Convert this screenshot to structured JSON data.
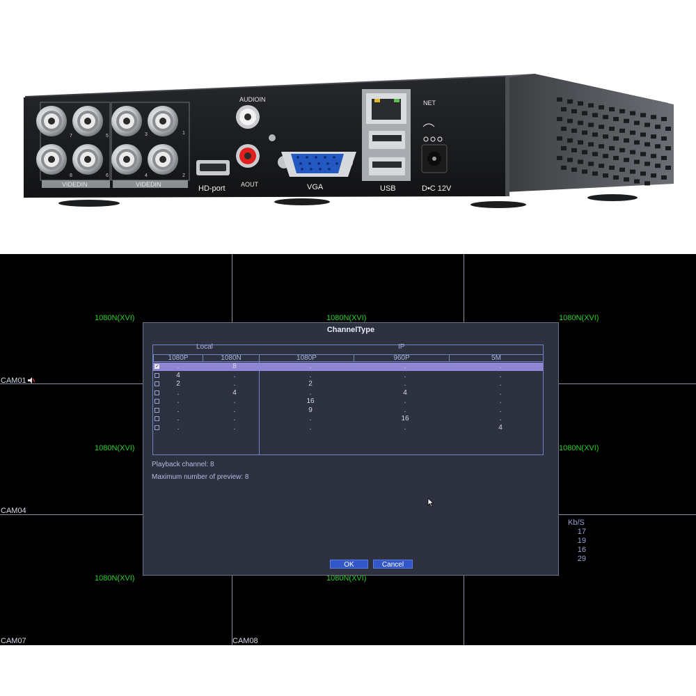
{
  "device": {
    "labels": {
      "audioin": "AUDIOIN",
      "aout": "AOUT",
      "hdport": "HD-port",
      "vga": "VGA",
      "usb": "USB",
      "net": "NET",
      "dc": "D•C 12V",
      "videoin_left": "VIDEDIN",
      "videoin_right": "VIDEDIN"
    },
    "bnc_numbers": [
      "7",
      "5",
      "3",
      "1",
      "8",
      "6",
      "4",
      "2"
    ]
  },
  "screen": {
    "cells": [
      {
        "resolution": "1080N(XVI)",
        "cam": "CAM01",
        "rec_icon": "speaker-icon"
      },
      {
        "resolution": "1080N(XVI)",
        "cam": ""
      },
      {
        "resolution": "1080N(XVI)",
        "cam": ""
      },
      {
        "resolution": "1080N(XVI)",
        "cam": "CAM04"
      },
      {
        "resolution": "",
        "cam": ""
      },
      {
        "resolution": "1080N(XVI)",
        "cam": ""
      },
      {
        "resolution": "1080N(XVI)",
        "cam": "CAM07"
      },
      {
        "resolution": "1080N(XVI)",
        "cam": "CAM08"
      },
      {
        "resolution": "",
        "cam": ""
      }
    ],
    "bitrate": {
      "header": "Kb/S",
      "values": [
        "17",
        "19",
        "16",
        "29"
      ]
    }
  },
  "dialog": {
    "title": "ChannelType",
    "groups": {
      "local": "Local",
      "ip": "IP"
    },
    "columns": [
      "1080P",
      "1080N",
      "1080P",
      "960P",
      "5M"
    ],
    "rows": [
      {
        "checked": true,
        "selected": true,
        "values": [
          ".",
          "8",
          ".",
          ".",
          "."
        ]
      },
      {
        "checked": false,
        "selected": false,
        "values": [
          "4",
          ".",
          ".",
          ".",
          "."
        ]
      },
      {
        "checked": false,
        "selected": false,
        "values": [
          "2",
          ".",
          "2",
          ".",
          "."
        ]
      },
      {
        "checked": false,
        "selected": false,
        "values": [
          ".",
          "4",
          ".",
          "4",
          "."
        ]
      },
      {
        "checked": false,
        "selected": false,
        "values": [
          ".",
          ".",
          "16",
          ".",
          "."
        ]
      },
      {
        "checked": false,
        "selected": false,
        "values": [
          ".",
          ".",
          "9",
          ".",
          "."
        ]
      },
      {
        "checked": false,
        "selected": false,
        "values": [
          ".",
          ".",
          ".",
          "16",
          "."
        ]
      },
      {
        "checked": false,
        "selected": false,
        "values": [
          ".",
          ".",
          ".",
          ".",
          "4"
        ]
      }
    ],
    "playback_channel": "Playback channel: 8",
    "max_preview": "Maximum number of preview: 8",
    "ok_label": "OK",
    "cancel_label": "Cancel"
  },
  "colors": {
    "resolution_text": "#27d227",
    "dialog_bg": "#2e3140",
    "selected_row": "#8f86d3",
    "button": "#3157c8"
  }
}
